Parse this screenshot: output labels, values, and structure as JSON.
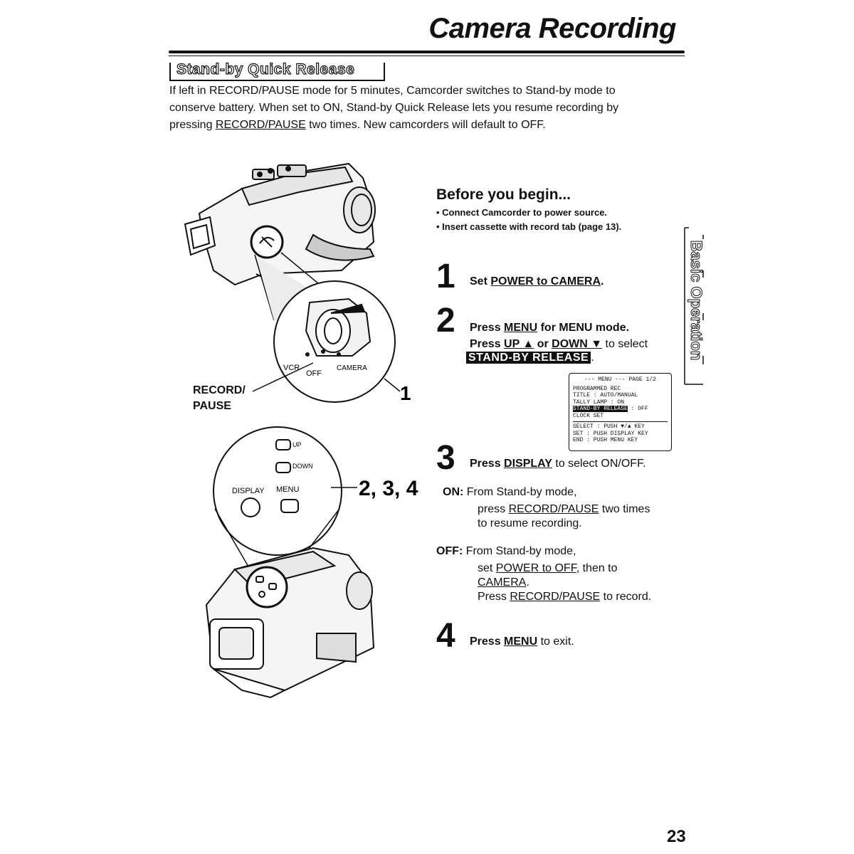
{
  "header": {
    "title": "Camera Recording"
  },
  "section": {
    "title": "Stand-by Quick Release",
    "intro_1": "If left in RECORD/PAUSE mode for 5 minutes, Camcorder switches to Stand-by mode to",
    "intro_2": "conserve battery. When set to ON, Stand-by Quick Release lets you resume recording by",
    "intro_3a": "pressing ",
    "intro_3b": "RECORD/PAUSE",
    "intro_3c": " two times. New camcorders will default to OFF."
  },
  "illustration": {
    "dial_vcr": "VCR",
    "dial_off": "OFF",
    "dial_camera": "CAMERA",
    "record_pause_label": "RECORD/\nPAUSE",
    "callout_1": "1",
    "btn_up": "UP",
    "btn_down": "DOWN",
    "btn_display": "DISPLAY",
    "btn_menu": "MENU",
    "callout_234": "2, 3, 4"
  },
  "before": {
    "heading": "Before you begin...",
    "bullets": [
      "• Connect Camcorder to power source.",
      "• Insert cassette with record tab (page 13)."
    ]
  },
  "steps": {
    "s1": {
      "num": "1",
      "a": "Set ",
      "b": "POWER to CAMERA",
      "c": "."
    },
    "s2": {
      "num": "2",
      "line1a": "Press ",
      "line1b": "MENU",
      "line1c": " for MENU mode.",
      "line2a": "Press ",
      "line2b": "UP ▲",
      "line2c": " or ",
      "line2d": "DOWN ▼",
      "line2e": " to select",
      "highlight": "STAND-BY RELEASE",
      "line3end": "."
    },
    "s3": {
      "num": "3",
      "a": "Press ",
      "b": "DISPLAY",
      "c": " to select ON/OFF."
    },
    "on": {
      "label": "ON:",
      "l1": "From Stand-by mode,",
      "l2a": "press ",
      "l2b": "RECORD/PAUSE",
      "l2c": " two times",
      "l3": "to resume recording."
    },
    "off": {
      "label": "OFF:",
      "l1": "From Stand-by mode,",
      "l2a": "set ",
      "l2b": "POWER to OFF",
      "l2c": ", then to",
      "l3": "CAMERA",
      "l3end": ".",
      "l4a": "Press ",
      "l4b": "RECORD/PAUSE",
      "l4c": " to record."
    },
    "s4": {
      "num": "4",
      "a": "Press ",
      "b": "MENU",
      "c": " to exit."
    }
  },
  "menu_screen": {
    "header": "--- MENU ---   PAGE 1/2",
    "rows": [
      "PROGRAMMED REC",
      "TITLE        : AUTO/MANUAL",
      "TALLY LAMP   : ON"
    ],
    "hl_item": "STAND-BY RELEASE",
    "hl_value": " : OFF",
    "rows2": [
      "CLOCK SET",
      "SELECT : PUSH ▼/▲ KEY",
      "SET    : PUSH DISPLAY KEY",
      "END    : PUSH MENU KEY"
    ]
  },
  "side_tab": {
    "label": "Basic Operation"
  },
  "footer": {
    "page_number": "23"
  }
}
